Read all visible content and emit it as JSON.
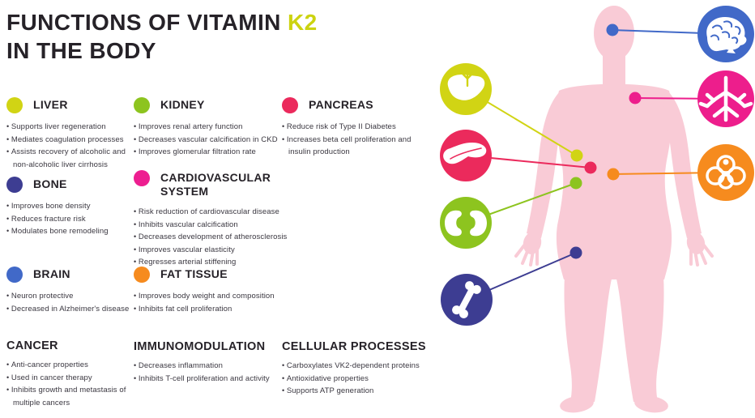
{
  "title": {
    "part1": "FUNCTIONS OF VITAMIN",
    "accent": "K2",
    "part2": "IN THE BODY"
  },
  "palette": {
    "ink": "#262228",
    "text": "#3a3740",
    "accent": "#ccd30f",
    "liver": "#d1d414",
    "kidney": "#8dc41f",
    "pancreas": "#eb2a5c",
    "bone": "#3d3d92",
    "cardio": "#ed1e90",
    "brain": "#4169c8",
    "fat": "#f68b1e",
    "lungs": "#ed1e8c",
    "body": "#f9cbd6"
  },
  "sections": [
    {
      "id": "liver",
      "label": "LIVER",
      "dot_palette_key": "liver",
      "items": [
        "Supports liver regeneration",
        "Mediates coagulation processes",
        "Assists recovery of alcoholic and non-alcoholic liver cirrhosis"
      ]
    },
    {
      "id": "kidney",
      "label": "KIDNEY",
      "dot_palette_key": "kidney",
      "items": [
        "Improves renal artery function",
        "Decreases vascular calcification in CKD",
        "Improves glomerular filtration rate"
      ]
    },
    {
      "id": "pancreas",
      "label": "PANCREAS",
      "dot_palette_key": "pancreas",
      "items": [
        "Reduce risk of Type II Diabetes",
        "Increases beta cell proliferation and insulin production"
      ]
    },
    {
      "id": "bone",
      "label": "BONE",
      "dot_palette_key": "bone",
      "items": [
        "Improves bone density",
        "Reduces fracture risk",
        "Modulates bone remodeling"
      ]
    },
    {
      "id": "cardiovascular",
      "label": "CARDIOVASCULAR SYSTEM",
      "dot_palette_key": "cardio",
      "items": [
        "Risk reduction of cardiovascular disease",
        "Inhibits vascular calcification",
        "Decreases development of atherosclerosis",
        "Improves vascular elasticity",
        "Regresses arterial stiffening"
      ]
    },
    {
      "id": "brain",
      "label": "BRAIN",
      "dot_palette_key": "brain",
      "items": [
        "Neuron protective",
        "Decreased in Alzheimer's disease"
      ]
    },
    {
      "id": "fat-tissue",
      "label": "FAT TISSUE",
      "dot_palette_key": "fat",
      "items": [
        "Improves body weight and composition",
        "Inhibits fat cell proliferation"
      ]
    },
    {
      "id": "cancer",
      "label": "CANCER",
      "dot_palette_key": null,
      "items": [
        "Anti-cancer properties",
        "Used in cancer therapy",
        "Inhibits growth and metastasis of multiple cancers"
      ]
    },
    {
      "id": "immunomodulation",
      "label": "IMMUNOMODULATION",
      "dot_palette_key": null,
      "items": [
        "Decreases inflammation",
        "Inhibits T-cell proliferation and activity"
      ]
    },
    {
      "id": "cellular-processes",
      "label": "CELLULAR PROCESSES",
      "dot_palette_key": null,
      "items": [
        "Carboxylates VK2-dependent proteins",
        "Antioxidative properties",
        "Supports ATP generation"
      ]
    }
  ],
  "figure": {
    "organ_badges": [
      {
        "name": "liver",
        "palette_key": "liver"
      },
      {
        "name": "pancreas",
        "palette_key": "pancreas"
      },
      {
        "name": "kidneys",
        "palette_key": "kidney"
      },
      {
        "name": "bone",
        "palette_key": "bone"
      },
      {
        "name": "brain",
        "palette_key": "brain"
      },
      {
        "name": "lungs",
        "palette_key": "lungs"
      },
      {
        "name": "fat-cells",
        "palette_key": "fat"
      }
    ]
  }
}
